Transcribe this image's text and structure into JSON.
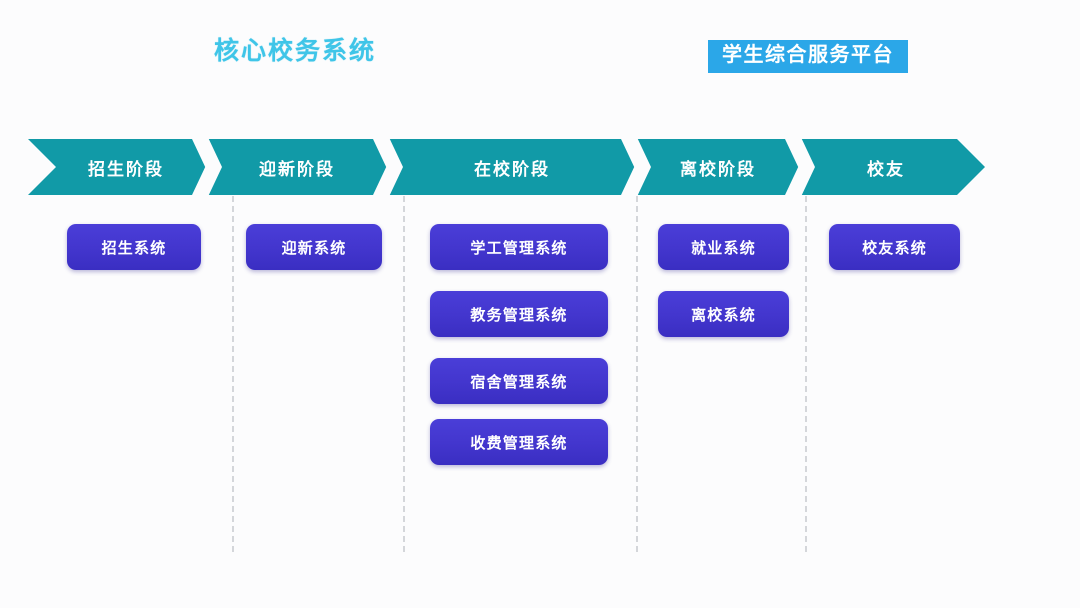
{
  "headings": {
    "left_title": "核心校务系统",
    "right_badge": "学生综合服务平台"
  },
  "colors": {
    "banner_teal": "#119AA7",
    "box_purple": "#4336CE",
    "badge_blue": "#2BA7E8",
    "left_title_blue": "#3FC5E8",
    "divider_gray": "#D4D6DA",
    "background": "#FCFCFD"
  },
  "stages": [
    {
      "label": "招生阶段"
    },
    {
      "label": "迎新阶段"
    },
    {
      "label": "在校阶段"
    },
    {
      "label": "离校阶段"
    },
    {
      "label": "校友"
    }
  ],
  "columns": [
    {
      "stage": "招生阶段",
      "systems": [
        {
          "label": "招生系统"
        }
      ]
    },
    {
      "stage": "迎新阶段",
      "systems": [
        {
          "label": "迎新系统"
        }
      ]
    },
    {
      "stage": "在校阶段",
      "systems": [
        {
          "label": "学工管理系统"
        },
        {
          "label": "教务管理系统"
        },
        {
          "label": "宿舍管理系统"
        },
        {
          "label": "收费管理系统"
        }
      ]
    },
    {
      "stage": "离校阶段",
      "systems": [
        {
          "label": "就业系统"
        },
        {
          "label": "离校系统"
        }
      ]
    },
    {
      "stage": "校友",
      "systems": [
        {
          "label": "校友系统"
        }
      ]
    }
  ]
}
